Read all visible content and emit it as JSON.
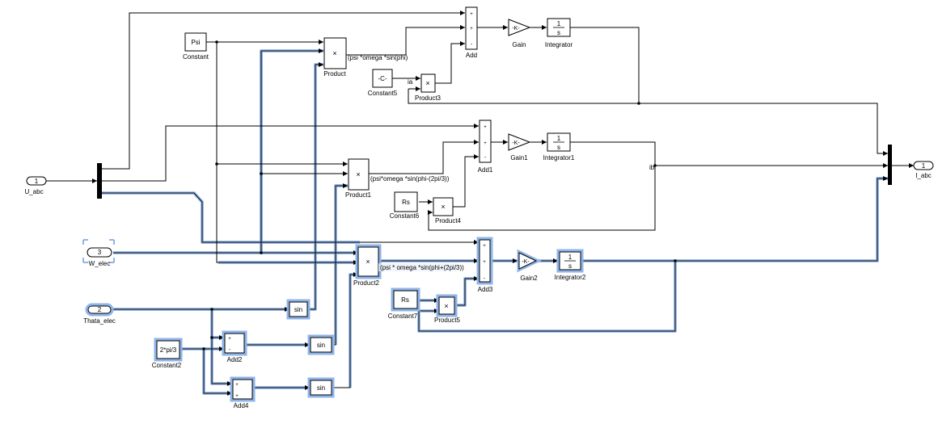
{
  "blocks": {
    "psi": {
      "text": "Psi",
      "label": "Constant"
    },
    "constant5": {
      "text": "-C-",
      "label": "Constant5"
    },
    "rs6": {
      "text": "Rs",
      "label": "Constant6"
    },
    "rs7": {
      "text": "Rs",
      "label": "Constant7"
    },
    "twopi3": {
      "text": "2*pi/3",
      "label": "Constant2"
    },
    "product": {
      "label": "Product"
    },
    "product1": {
      "label": "Product1"
    },
    "product2": {
      "label": "Product2"
    },
    "product3": {
      "label": "Product3"
    },
    "product4": {
      "label": "Product4"
    },
    "product5": {
      "label": "Product5"
    },
    "add": {
      "label": "Add"
    },
    "add1": {
      "label": "Add1"
    },
    "add2": {
      "label": "Add2"
    },
    "add3": {
      "label": "Add3"
    },
    "add4": {
      "label": "Add4"
    },
    "gain": {
      "text": "-K-",
      "label": "Gain"
    },
    "gain1": {
      "text": "-K-",
      "label": "Gain1"
    },
    "gain2": {
      "text": "-K-",
      "label": "Gain2"
    },
    "integrator": {
      "num": "1",
      "den": "s",
      "label": "Integrator"
    },
    "integrator1": {
      "num": "1",
      "den": "s",
      "label": "Integrator1"
    },
    "integrator2": {
      "num": "1",
      "den": "s",
      "label": "Integrator2"
    },
    "sin1": {
      "text": "sin"
    },
    "sin2": {
      "text": "sin"
    },
    "sin3": {
      "text": "sin"
    },
    "mult": "×",
    "in_uabc": {
      "num": "1",
      "label": "U_abc"
    },
    "in_welec": {
      "num": "3",
      "label": "W_elec"
    },
    "in_theta": {
      "num": "2",
      "label": "Thata_elec"
    },
    "out_iabc": {
      "num": "1",
      "label": "I_abc"
    }
  },
  "signals": {
    "s1": "(psi *omega *sin(phi)",
    "s2": "(psi*omega *sin(phi-(2pi/3))",
    "s3": "(psi * omega *sin(phi+(2pi/3))",
    "ia": "ia",
    "ib": "ib"
  },
  "signs": {
    "plus": "+",
    "minus": "-"
  }
}
